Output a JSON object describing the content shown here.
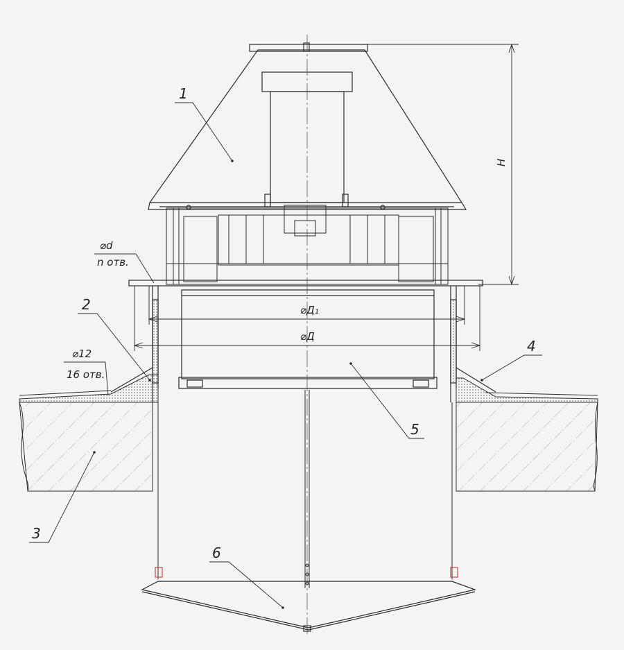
{
  "callouts": {
    "c1": "1",
    "c2": "2",
    "c3": "3",
    "c4": "4",
    "c5": "5",
    "c6": "6"
  },
  "dimensions": {
    "height": "H",
    "d1": "⌀Д₁",
    "d": "⌀Д",
    "hole_diam": "⌀d",
    "hole_count": "n отв.",
    "bolt_diam": "⌀12",
    "bolt_count": "16 отв."
  },
  "colors": {
    "line": "#2a2a2a",
    "background": "#f4f4f4",
    "hatch": "#9a9a9a"
  }
}
